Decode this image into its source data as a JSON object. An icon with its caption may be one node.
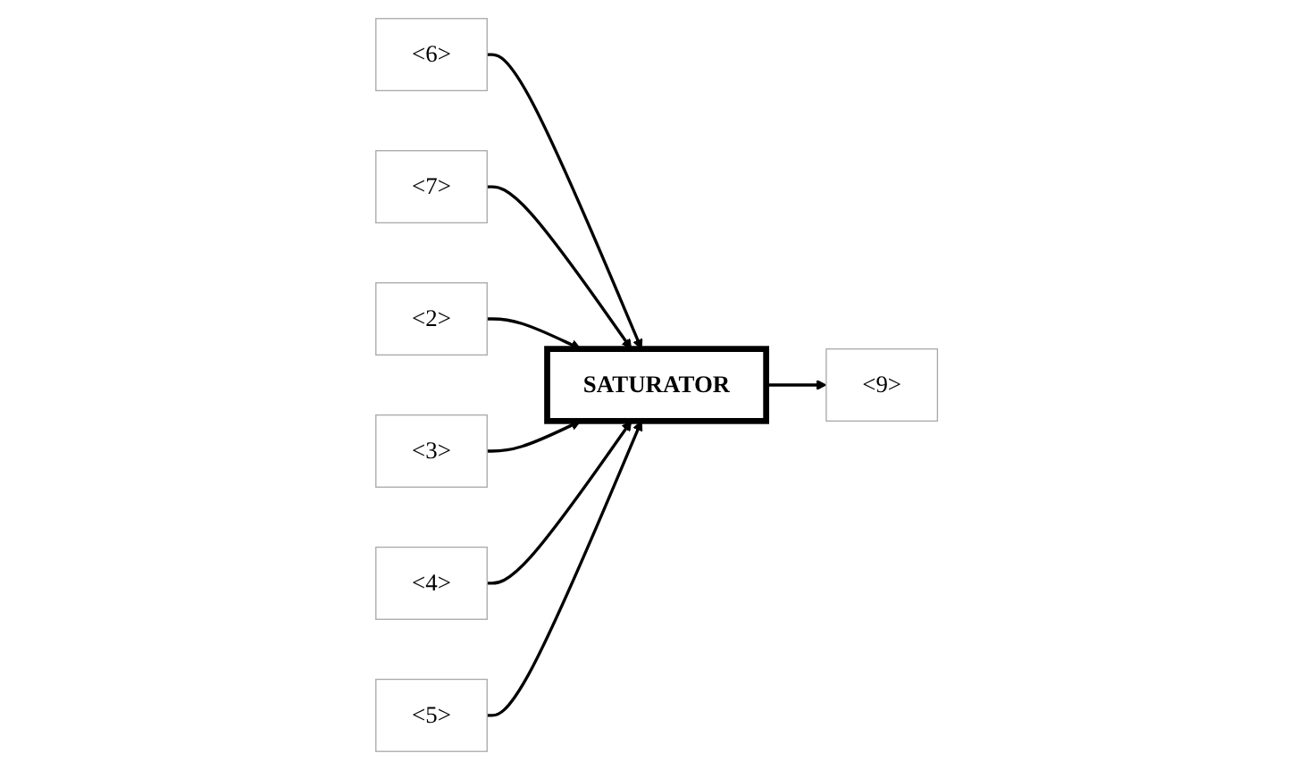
{
  "diagram": {
    "nodes": [
      {
        "text": [
          "<6>"
        ]
      },
      {
        "text": [
          "<7>"
        ]
      },
      {
        "text": [
          "<2>"
        ]
      },
      {
        "text": [
          "SATURATOR"
        ]
      },
      {
        "text": [
          "<9>"
        ]
      },
      {
        "text": [
          "<3>"
        ]
      },
      {
        "text": [
          "<4>"
        ]
      },
      {
        "text": [
          "<5>"
        ]
      }
    ],
    "edges": [
      {
        "from": 0,
        "to": 3,
        "arrow": "to"
      },
      {
        "from": 1,
        "to": 3,
        "arrow": "to"
      },
      {
        "from": 2,
        "to": 3,
        "arrow": "to"
      },
      {
        "from": 5,
        "to": 3,
        "arrow": "to"
      },
      {
        "from": 6,
        "to": 3,
        "arrow": "to"
      },
      {
        "from": 7,
        "to": 3,
        "arrow": "to"
      },
      {
        "from": 3,
        "to": 4,
        "arrow": "to"
      }
    ]
  }
}
